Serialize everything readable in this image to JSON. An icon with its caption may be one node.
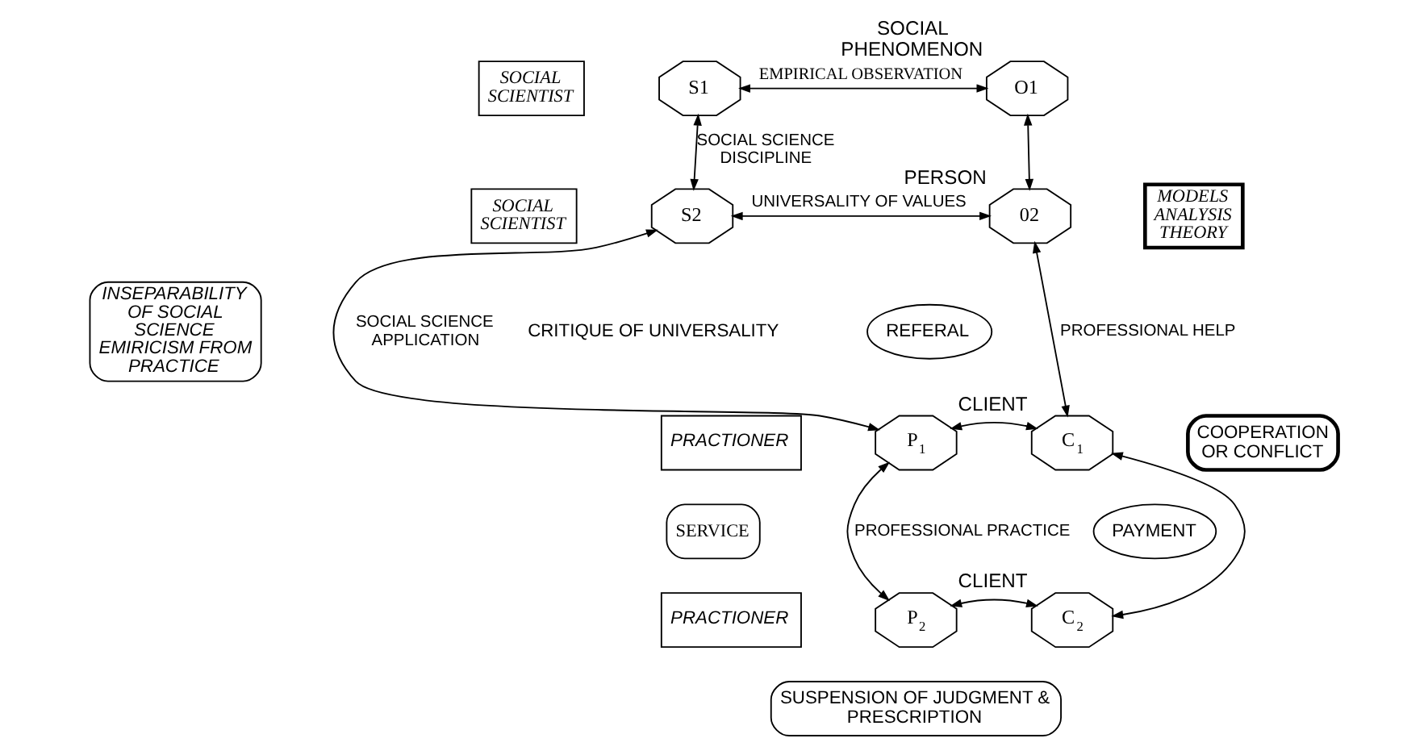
{
  "diagram": {
    "nodes": [
      {
        "text": [
          "SOCIAL SCIENTIST"
        ]
      },
      {
        "text": [
          "S1"
        ]
      },
      {
        "text": [
          "O1"
        ],
        "beside": [
          "SOCIAL PHENOMENON"
        ]
      },
      {
        "text": [
          "SOCIAL SCIENTIST"
        ]
      },
      {
        "text": [
          "S2"
        ]
      },
      {
        "text": [
          "02"
        ],
        "beside": [
          "PERSON"
        ]
      },
      {
        "text": [
          "MODELS ANALYSIS THEORY"
        ]
      },
      {
        "text": [
          "INSEPARABILITY OF SOCIAL SCIENCE EMIRICISM FROM PRACTICE"
        ]
      },
      {
        "text": [
          "PRACTIONER"
        ]
      },
      {
        "text": [
          "P$_{1}$"
        ]
      },
      {
        "text": [
          "REFERAL"
        ]
      },
      {
        "text": [
          "C$_{1}$"
        ],
        "beside": [
          "CLIENT"
        ]
      },
      {
        "text": [
          "SERVICE"
        ]
      },
      {
        "text": [
          "COOPERATION OR CONFLICT"
        ]
      },
      {
        "text": [
          "PRACTIONER"
        ]
      },
      {
        "text": [
          "P$_{2}$"
        ]
      },
      {
        "text": [
          "PAYMENT"
        ]
      },
      {
        "text": [
          "C$_{2}$"
        ],
        "beside": [
          "CLIENT"
        ]
      },
      {
        "text": [
          "SUSPENSION OF JUDGMENT & PRESCRIPTION"
        ]
      }
    ],
    "edges": [
      {
        "from": 1,
        "to": 2,
        "arrow": "both",
        "label": "EMPIRICAL OBSERVATION"
      },
      {
        "from": 1,
        "to": 4,
        "arrow": "both",
        "label": "SOCIAL SCIENCE DISCIPLINE"
      },
      {
        "from": 2,
        "to": 5,
        "arrow": "both"
      },
      {
        "from": 4,
        "to": 5,
        "arrow": "both",
        "label": "UNIVERSALITY OF VALUES"
      },
      {
        "from": 4,
        "to": 9,
        "arrow": "both",
        "label": "SOCIAL SCIENCE APPLICATION"
      },
      {
        "from": 5,
        "to": 11,
        "arrow": "both",
        "label": "PROFESSIONAL HELP"
      },
      {
        "from": 9,
        "to": 11,
        "arrow": "both"
      },
      {
        "from": 9,
        "to": 15,
        "arrow": "both",
        "label": "PROFESSIONAL PRACTICE"
      },
      {
        "from": 11,
        "to": 17,
        "arrow": "both"
      },
      {
        "from": 15,
        "to": 17,
        "arrow": "both"
      }
    ],
    "labels": [
      "CRITIQUE OF UNIVERSALITY"
    ]
  }
}
